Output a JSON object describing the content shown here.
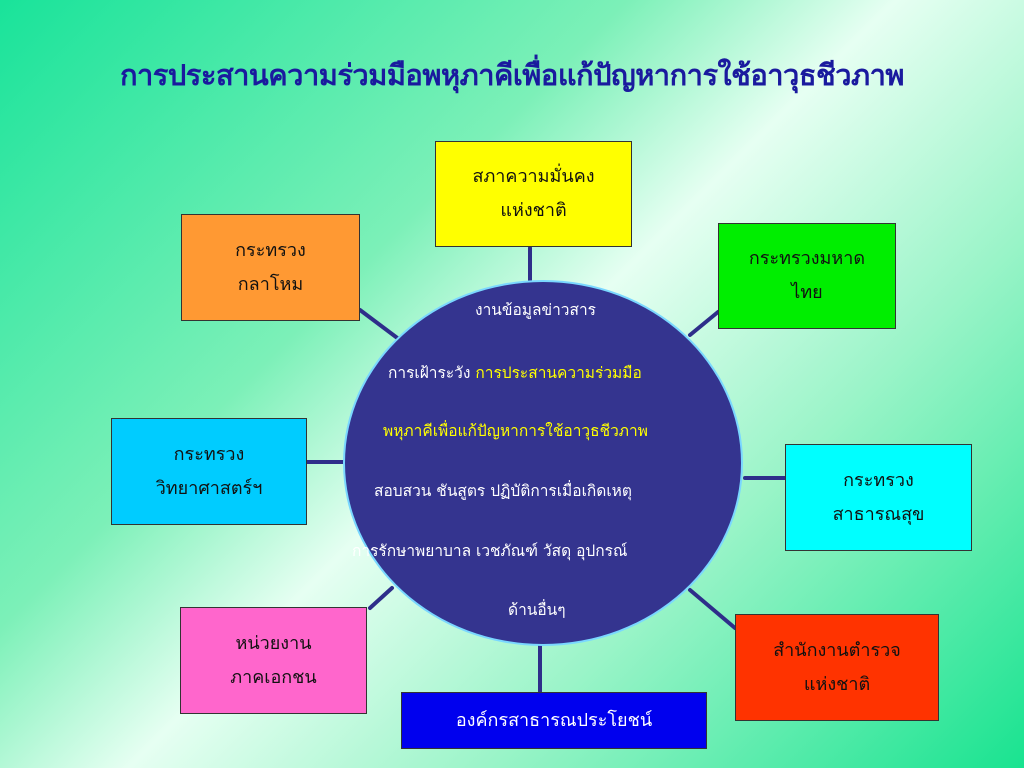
{
  "title": "การประสานความร่วมมือพหุภาคีเพื่อแก้ปัญหาการใช้อาวุธชีวภาพ",
  "hub": {
    "line1": "งานข้อมูลข่าวสาร",
    "line2_a": "การเฝ้าระวัง ",
    "line2_b": "การประสานความร่วมมือ",
    "line3": "พหุภาคีเพื่อแก้ปัญหาการใช้อาวุธชีวภาพ",
    "line4": "สอบสวน ชันสูตร ปฏิบัติการเมื่อเกิดเหตุ",
    "line5": "การรักษาพยาบาล เวชภัณฑ์ วัสดุ อุปกรณ์",
    "line6": "ด้านอื่นๆ"
  },
  "nodes": {
    "top": {
      "line1": "สภาความมั่นคง",
      "line2": "แห่งชาติ"
    },
    "top_left": {
      "line1": "กระทรวง",
      "line2": "กลาโหม"
    },
    "top_right": {
      "line1": "กระทรวงมหาด",
      "line2": "ไทย"
    },
    "left": {
      "line1": "กระทรวง",
      "line2": "วิทยาศาสตร์ฯ"
    },
    "right": {
      "line1": "กระทรวง",
      "line2": "สาธารณสุข"
    },
    "bottom_left": {
      "line1": "หน่วยงาน",
      "line2": "ภาคเอกชน"
    },
    "bottom_right": {
      "line1": "สำนักงานตำรวจ",
      "line2": "แห่งชาติ"
    },
    "bottom": {
      "line1": "องค์กรสาธารณประโยชน์"
    }
  },
  "colors": {
    "hub": "#34348f",
    "highlight": "#ffff00",
    "spoke": "#2e2e8a"
  }
}
